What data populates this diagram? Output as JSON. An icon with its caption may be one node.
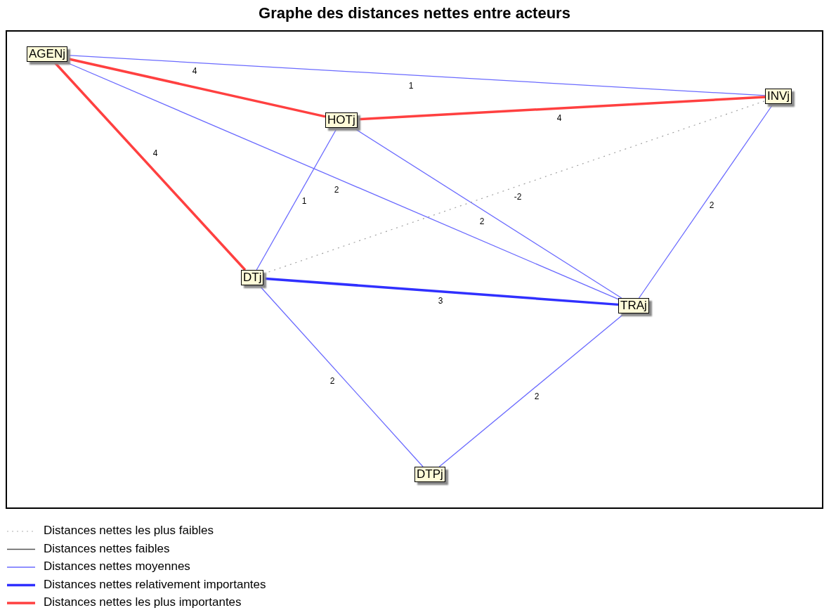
{
  "diagram": {
    "title": "Graphe des distances nettes entre acteurs",
    "nodes": [
      {
        "text": [
          "AGENj"
        ]
      },
      {
        "text": [
          "INVj"
        ]
      },
      {
        "text": [
          "HOTj"
        ]
      },
      {
        "text": [
          "DTj"
        ]
      },
      {
        "text": [
          "TRAj"
        ]
      },
      {
        "text": [
          "DTPj"
        ]
      }
    ],
    "edges": [
      {
        "from": 0,
        "to": 1,
        "arrow": "none",
        "label": "1"
      },
      {
        "from": 0,
        "to": 2,
        "arrow": "none",
        "label": "4",
        "style": "thick",
        "color": "#ff4040"
      },
      {
        "from": 0,
        "to": 3,
        "arrow": "none",
        "label": "4",
        "style": "thick",
        "color": "#ff4040"
      },
      {
        "from": 0,
        "to": 4,
        "arrow": "none",
        "label": "2"
      },
      {
        "from": 2,
        "to": 1,
        "arrow": "none",
        "label": "4",
        "style": "thick",
        "color": "#ff4040"
      },
      {
        "from": 2,
        "to": 3,
        "arrow": "none",
        "label": "1"
      },
      {
        "from": 2,
        "to": 4,
        "arrow": "none",
        "label": "2"
      },
      {
        "from": 3,
        "to": 1,
        "arrow": "none",
        "label": "-2",
        "style": "dashed",
        "color": "#a0a0a0"
      },
      {
        "from": 3,
        "to": 4,
        "arrow": "none",
        "label": "3",
        "style": "thick",
        "color": "#3030ff"
      },
      {
        "from": 1,
        "to": 4,
        "arrow": "none",
        "label": "2"
      },
      {
        "from": 3,
        "to": 5,
        "arrow": "none",
        "label": "2"
      },
      {
        "from": 4,
        "to": 5,
        "arrow": "none",
        "label": "2"
      }
    ],
    "legend": [
      {
        "text": "Distances nettes les plus faibles"
      },
      {
        "text": "Distances nettes faibles"
      },
      {
        "text": "Distances nettes moyennes"
      },
      {
        "text": "Distances nettes relativement importantes"
      },
      {
        "text": "Distances nettes les plus importantes"
      }
    ]
  }
}
